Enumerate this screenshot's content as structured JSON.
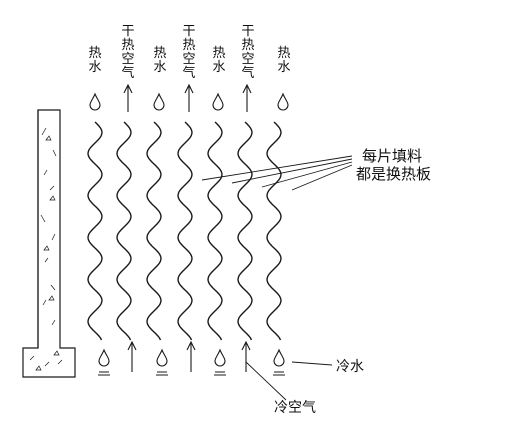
{
  "hot_water_label": "热水",
  "dry_hot_air_label": "干热空气",
  "plate_note_line1": "每片填料",
  "plate_note_line2": "都是换热板",
  "cold_water_label": "冷水",
  "cold_air_label": "冷空气",
  "colors": {
    "line": "#1a1a1a",
    "background": "#ffffff"
  },
  "icons": [
    "water-drop-icon",
    "up-arrow-icon",
    "wall-hatch"
  ]
}
